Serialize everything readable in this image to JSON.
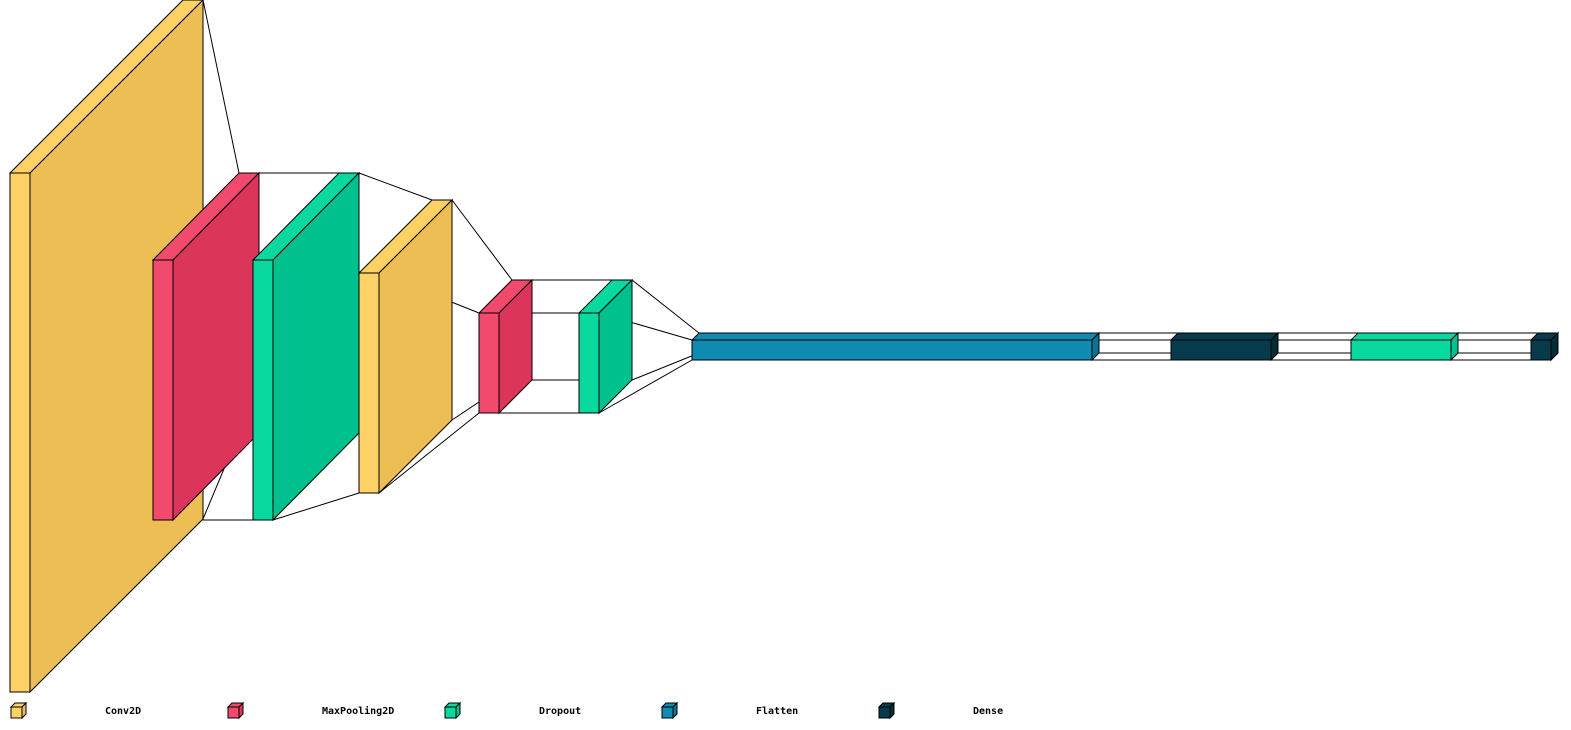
{
  "colors": {
    "Conv2D": {
      "front": "#fed167",
      "side": "#ecbe54"
    },
    "MaxPooling2D": {
      "front": "#f14a6c",
      "side": "#dc355b"
    },
    "Dropout": {
      "front": "#0ad99f",
      "side": "#00c18e"
    },
    "Flatten": {
      "front": "#118ab2",
      "side": "#0c7396"
    },
    "Dense": {
      "front": "#073b4c",
      "side": "#042c39"
    }
  },
  "layers": [
    {
      "type": "Conv2D"
    },
    {
      "type": "MaxPooling2D"
    },
    {
      "type": "Dropout"
    },
    {
      "type": "Conv2D"
    },
    {
      "type": "MaxPooling2D"
    },
    {
      "type": "Dropout"
    },
    {
      "type": "Flatten"
    },
    {
      "type": "Dense"
    },
    {
      "type": "Dropout"
    },
    {
      "type": "Dense"
    }
  ],
  "legend": {
    "items": [
      {
        "type": "Conv2D",
        "label": "Conv2D"
      },
      {
        "type": "MaxPooling2D",
        "label": "MaxPooling2D"
      },
      {
        "type": "Dropout",
        "label": "Dropout"
      },
      {
        "type": "Flatten",
        "label": "Flatten"
      },
      {
        "type": "Dense",
        "label": "Dense"
      }
    ]
  }
}
